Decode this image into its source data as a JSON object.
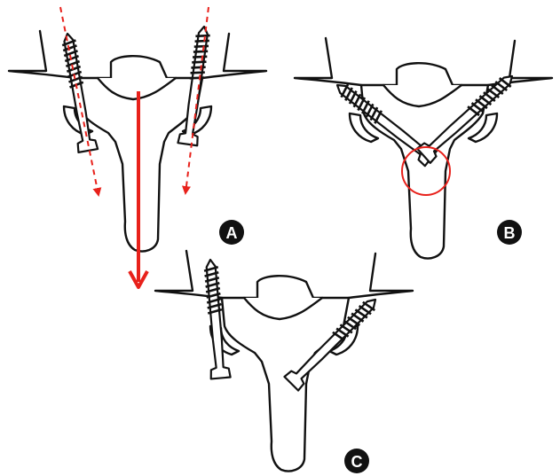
{
  "panels": [
    {
      "id": "A",
      "label": "A"
    },
    {
      "id": "B",
      "label": "B"
    },
    {
      "id": "C",
      "label": "C"
    }
  ],
  "colors": {
    "outline": "#111111",
    "trajectory": "#e8211b",
    "badge": "#111111",
    "badge_text": "#ffffff"
  },
  "icons": [
    "vertebra-outline",
    "pedicle-screw",
    "screw-trajectory-arrow",
    "screw-collision-circle",
    "transition-arrow"
  ]
}
